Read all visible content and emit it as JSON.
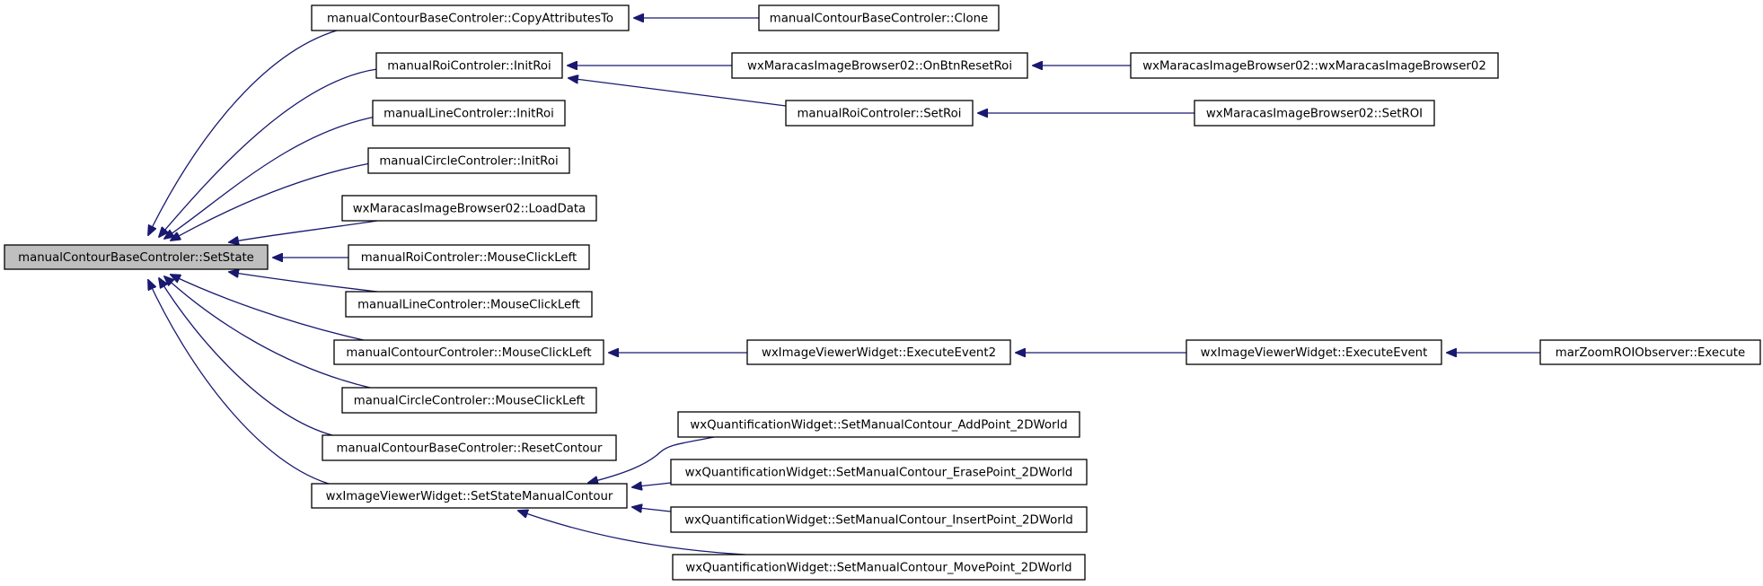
{
  "graph": {
    "edge_color": "#191970",
    "root_fill": "#bfbfbf",
    "nodes": [
      {
        "id": "root",
        "label": "manualContourBaseControler::SetState"
      },
      {
        "id": "n_copyattr",
        "label": "manualContourBaseControler::CopyAttributesTo"
      },
      {
        "id": "n_clone",
        "label": "manualContourBaseControler::Clone"
      },
      {
        "id": "n_roi_initroi",
        "label": "manualRoiControler::InitRoi"
      },
      {
        "id": "n_onbtnreset",
        "label": "wxMaracasImageBrowser02::OnBtnResetRoi"
      },
      {
        "id": "n_browser_ctor",
        "label": "wxMaracasImageBrowser02::wxMaracasImageBrowser02"
      },
      {
        "id": "n_setroi",
        "label": "manualRoiControler::SetRoi"
      },
      {
        "id": "n_browser_setroi",
        "label": "wxMaracasImageBrowser02::SetROI"
      },
      {
        "id": "n_line_initroi",
        "label": "manualLineControler::InitRoi"
      },
      {
        "id": "n_circle_initroi",
        "label": "manualCircleControler::InitRoi"
      },
      {
        "id": "n_loaddata",
        "label": "wxMaracasImageBrowser02::LoadData"
      },
      {
        "id": "n_roi_mcl",
        "label": "manualRoiControler::MouseClickLeft"
      },
      {
        "id": "n_line_mcl",
        "label": "manualLineControler::MouseClickLeft"
      },
      {
        "id": "n_contour_mcl",
        "label": "manualContourControler::MouseClickLeft"
      },
      {
        "id": "n_exec2",
        "label": "wxImageViewerWidget::ExecuteEvent2"
      },
      {
        "id": "n_exec",
        "label": "wxImageViewerWidget::ExecuteEvent"
      },
      {
        "id": "n_zoom_exec",
        "label": "marZoomROIObserver::Execute"
      },
      {
        "id": "n_circle_mcl",
        "label": "manualCircleControler::MouseClickLeft"
      },
      {
        "id": "n_reset",
        "label": "manualContourBaseControler::ResetContour"
      },
      {
        "id": "n_setstatemc",
        "label": "wxImageViewerWidget::SetStateManualContour"
      },
      {
        "id": "n_addpoint",
        "label": "wxQuantificationWidget::SetManualContour_AddPoint_2DWorld"
      },
      {
        "id": "n_erasepoint",
        "label": "wxQuantificationWidget::SetManualContour_ErasePoint_2DWorld"
      },
      {
        "id": "n_insertpoint",
        "label": "wxQuantificationWidget::SetManualContour_InsertPoint_2DWorld"
      },
      {
        "id": "n_movepoint",
        "label": "wxQuantificationWidget::SetManualContour_MovePoint_2DWorld"
      }
    ],
    "edges": [
      {
        "from": "n_copyattr",
        "to": "root"
      },
      {
        "from": "n_roi_initroi",
        "to": "root"
      },
      {
        "from": "n_line_initroi",
        "to": "root"
      },
      {
        "from": "n_circle_initroi",
        "to": "root"
      },
      {
        "from": "n_loaddata",
        "to": "root"
      },
      {
        "from": "n_roi_mcl",
        "to": "root"
      },
      {
        "from": "n_line_mcl",
        "to": "root"
      },
      {
        "from": "n_contour_mcl",
        "to": "root"
      },
      {
        "from": "n_circle_mcl",
        "to": "root"
      },
      {
        "from": "n_reset",
        "to": "root"
      },
      {
        "from": "n_setstatemc",
        "to": "root"
      },
      {
        "from": "n_clone",
        "to": "n_copyattr"
      },
      {
        "from": "n_onbtnreset",
        "to": "n_roi_initroi"
      },
      {
        "from": "n_setroi",
        "to": "n_roi_initroi"
      },
      {
        "from": "n_browser_ctor",
        "to": "n_onbtnreset"
      },
      {
        "from": "n_browser_setroi",
        "to": "n_setroi"
      },
      {
        "from": "n_exec2",
        "to": "n_contour_mcl"
      },
      {
        "from": "n_exec",
        "to": "n_exec2"
      },
      {
        "from": "n_zoom_exec",
        "to": "n_exec"
      },
      {
        "from": "n_addpoint",
        "to": "n_setstatemc"
      },
      {
        "from": "n_erasepoint",
        "to": "n_setstatemc"
      },
      {
        "from": "n_insertpoint",
        "to": "n_setstatemc"
      },
      {
        "from": "n_movepoint",
        "to": "n_setstatemc"
      }
    ]
  }
}
